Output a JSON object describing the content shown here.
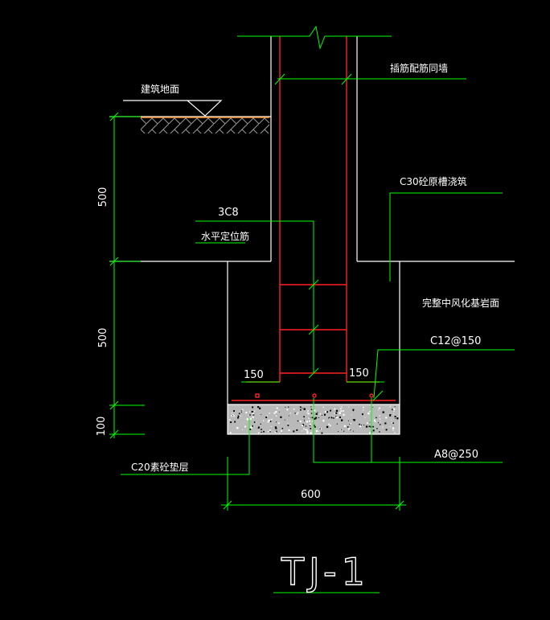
{
  "title": "TJ-1",
  "labels": {
    "building_ground": "建筑地面",
    "insert_bars": "插筋配筋同墙",
    "concrete": "C30砼原槽浇筑",
    "horizontal_bars_qty": "3C8",
    "horizontal_bars": "水平定位筋",
    "rock_surface": "完整中风化基岩面",
    "bottom_bars": "C12@150",
    "distribution_bars": "A8@250",
    "cushion": "C20素砼垫层"
  },
  "dimensions": {
    "depth_upper": "500",
    "depth_lower": "500",
    "cushion_thickness": "100",
    "width": "600",
    "offset_left": "150",
    "offset_right": "150"
  },
  "colors": {
    "background": "#000000",
    "outline": "#ffffff",
    "dimension": "#00ff00",
    "rebar": "#ff2020",
    "soil_hatch": "#ff9933",
    "hatch": "#999999"
  }
}
